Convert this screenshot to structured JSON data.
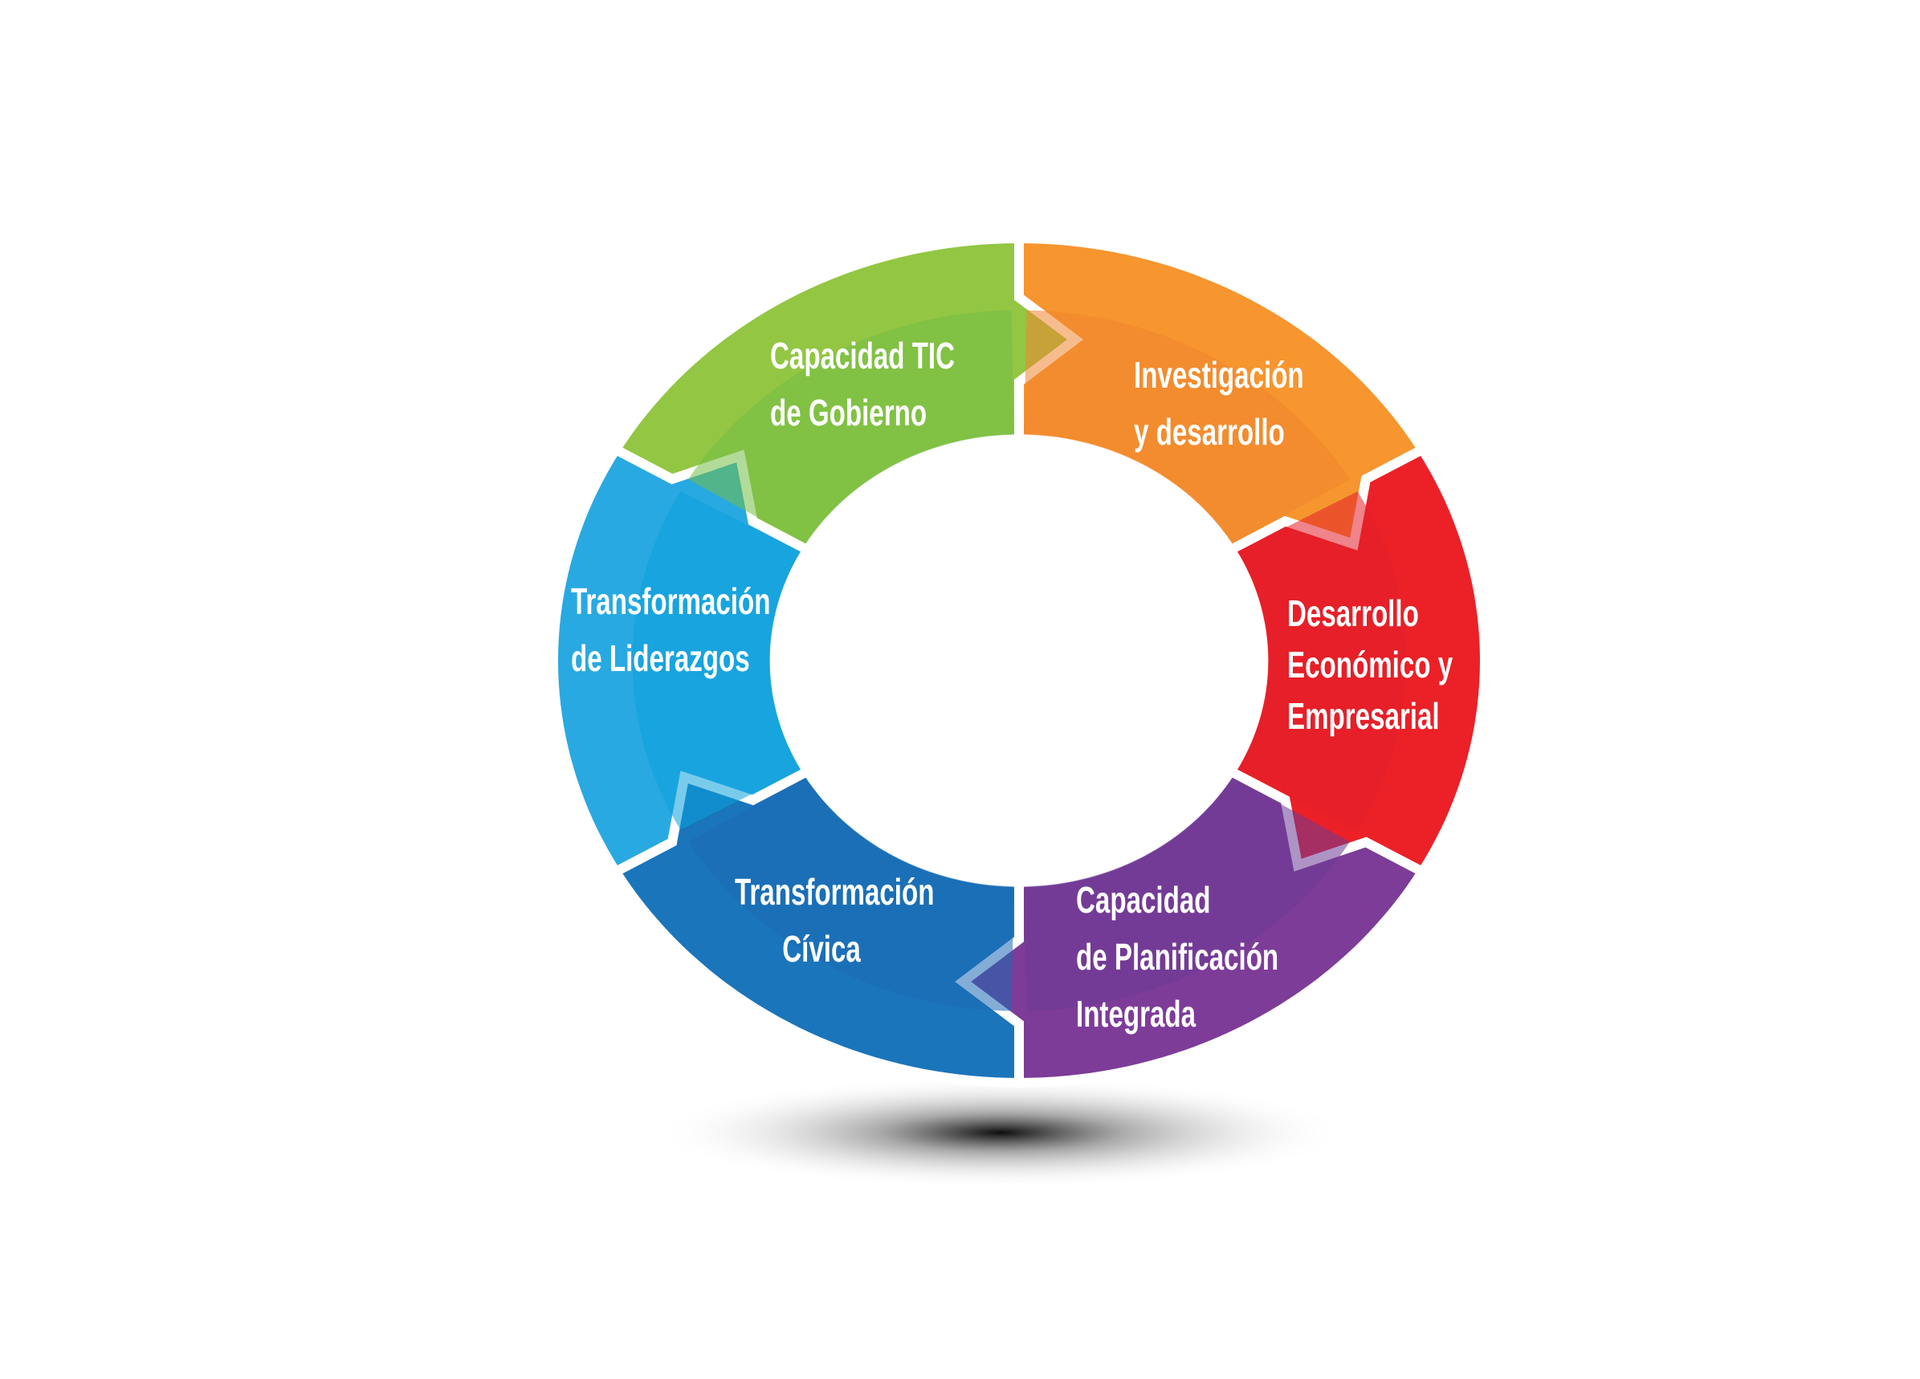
{
  "diagram": {
    "type": "cycle",
    "segments": [
      {
        "id": "tic",
        "lines": [
          "Capacidad TIC",
          "de Gobierno"
        ],
        "color": "#F7952E",
        "shade": "#F08530"
      },
      {
        "id": "investigacion",
        "lines": [
          "Investigación",
          "y desarrollo"
        ],
        "color": "#EC2027",
        "shade": "#E11F2A"
      },
      {
        "id": "desarrollo",
        "lines": [
          "Desarrollo",
          "Económico y",
          "Empresarial"
        ],
        "color": "#7D3C98",
        "shade": "#6C3A96"
      },
      {
        "id": "planificacion",
        "lines": [
          "Capacidad",
          "de Planificación",
          "Integrada"
        ],
        "color": "#1A75BB",
        "shade": "#1E69B4"
      },
      {
        "id": "civica",
        "lines": [
          "Transformación",
          "Cívica"
        ],
        "color": "#29A9E1",
        "shade": "#0BA0DC"
      },
      {
        "id": "liderazgos",
        "lines": [
          "Transformación",
          "de Liderazgos"
        ],
        "color": "#93C643",
        "shade": "#72BE46"
      }
    ]
  }
}
